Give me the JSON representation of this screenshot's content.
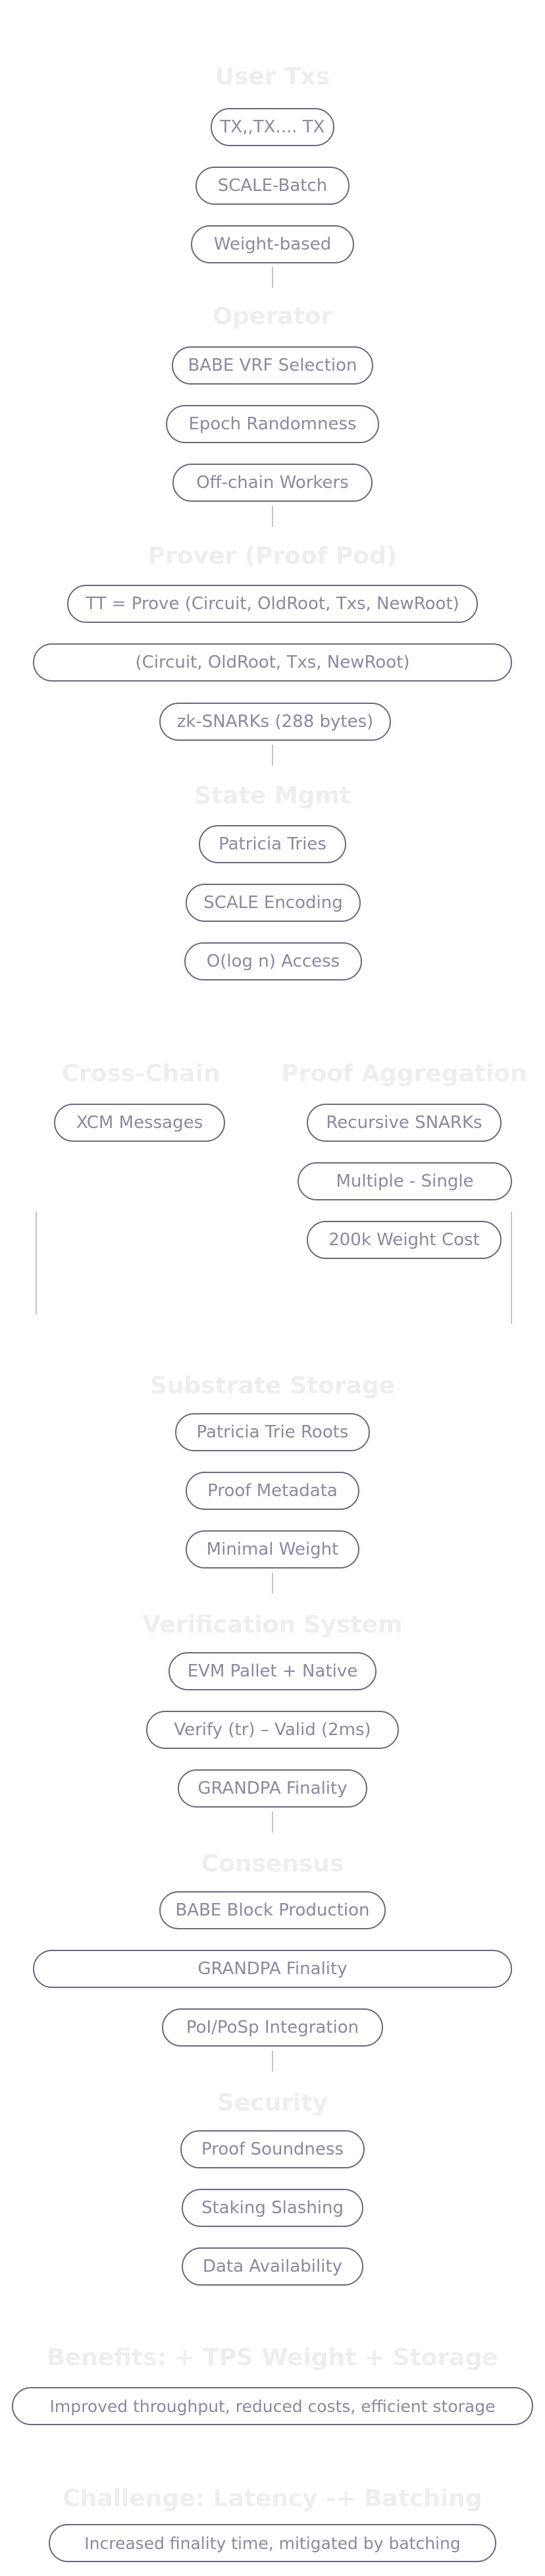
{
  "sections": {
    "user_txs": {
      "title": "User Txs",
      "items": [
        "TX,,TX.... TX",
        "SCALE-Batch",
        "Weight-based"
      ]
    },
    "operator": {
      "title": "Operator",
      "items": [
        "BABE VRF Selection",
        "Epoch Randomness",
        "Off-chain Workers"
      ]
    },
    "prover": {
      "title": "Prover (Proof Pod)",
      "items": [
        "TT = Prove (Circuit, OldRoot, Txs, NewRoot)",
        "(Circuit, OldRoot, Txs, NewRoot)",
        "zk-SNARKs (288 bytes)"
      ]
    },
    "state_mgmt": {
      "title": "State Mgmt",
      "items": [
        "Patricia Tries",
        "SCALE Encoding",
        "O(log n) Access"
      ]
    },
    "cross_chain": {
      "title": "Cross-Chain",
      "items": [
        "XCM Messages"
      ]
    },
    "proof_aggregation": {
      "title": "Proof Aggregation",
      "items": [
        "Recursive SNARKs",
        "Multiple - Single",
        "200k Weight Cost"
      ]
    },
    "substrate_storage": {
      "title": "Substrate Storage",
      "items": [
        "Patricia Trie Roots",
        "Proof Metadata",
        "Minimal Weight"
      ]
    },
    "verification": {
      "title": "Verification System",
      "items": [
        "EVM Pallet + Native",
        "Verify (tr) – Valid (2ms)",
        "GRANDPA Finality"
      ]
    },
    "consensus": {
      "title": "Consensus",
      "items": [
        "BABE Block Production",
        "GRANDPA Finality",
        "PoI/PoSp Integration"
      ]
    },
    "security": {
      "title": "Security",
      "items": [
        "Proof Soundness",
        "Staking Slashing",
        "Data Availability"
      ]
    },
    "benefits": {
      "title": "Benefits: + TPS Weight + Storage",
      "items": [
        "Improved throughput, reduced costs, efficient storage"
      ]
    },
    "challenge": {
      "title": "Challenge: Latency -+ Batching",
      "items": [
        "Increased finality time, mitigated by batching"
      ]
    }
  }
}
